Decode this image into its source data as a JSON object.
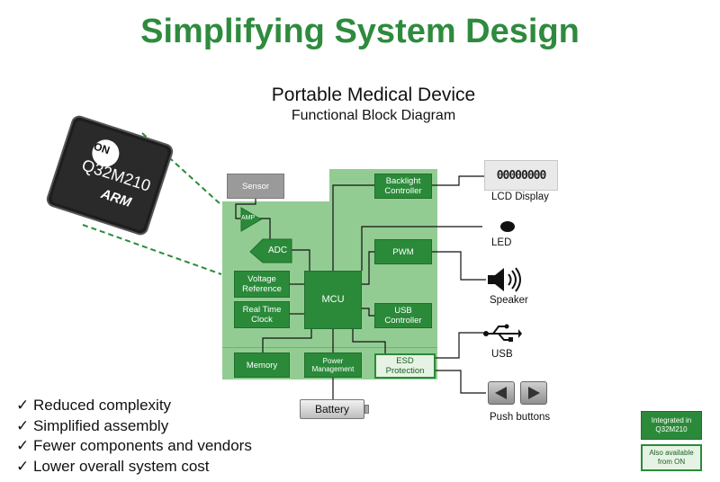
{
  "title": "Simplifying System Design",
  "subtitle": "Portable Medical Device",
  "subtitle2": "Functional Block Diagram",
  "chip": {
    "logo": "ON",
    "part": "Q32M210",
    "brand": "ARM"
  },
  "blocks": {
    "sensor": "Sensor",
    "amp": "AMP",
    "adc": "ADC",
    "vref": "Voltage Reference",
    "rtc": "Real Time Clock",
    "mcu": "MCU",
    "memory": "Memory",
    "power": "Power Management",
    "backlight": "Backlight Controller",
    "pwm": "PWM",
    "usbctrl": "USB Controller",
    "esd": "ESD Protection",
    "battery": "Battery"
  },
  "external": {
    "lcd_display": "LCD Display",
    "lcd_digits": "00000000",
    "led": "LED",
    "speaker": "Speaker",
    "usb": "USB",
    "push_buttons": "Push buttons"
  },
  "bullets": [
    "Reduced complexity",
    "Simplified assembly",
    "Fewer components and vendors",
    "Lower overall system cost"
  ],
  "legend": {
    "integrated": "Integrated in Q32M210",
    "available": "Also available from ON"
  },
  "colors": {
    "title": "#2e8b3e",
    "block": "#2b8a3a",
    "region": "#93cc93",
    "sensor": "#9a9a9a"
  }
}
